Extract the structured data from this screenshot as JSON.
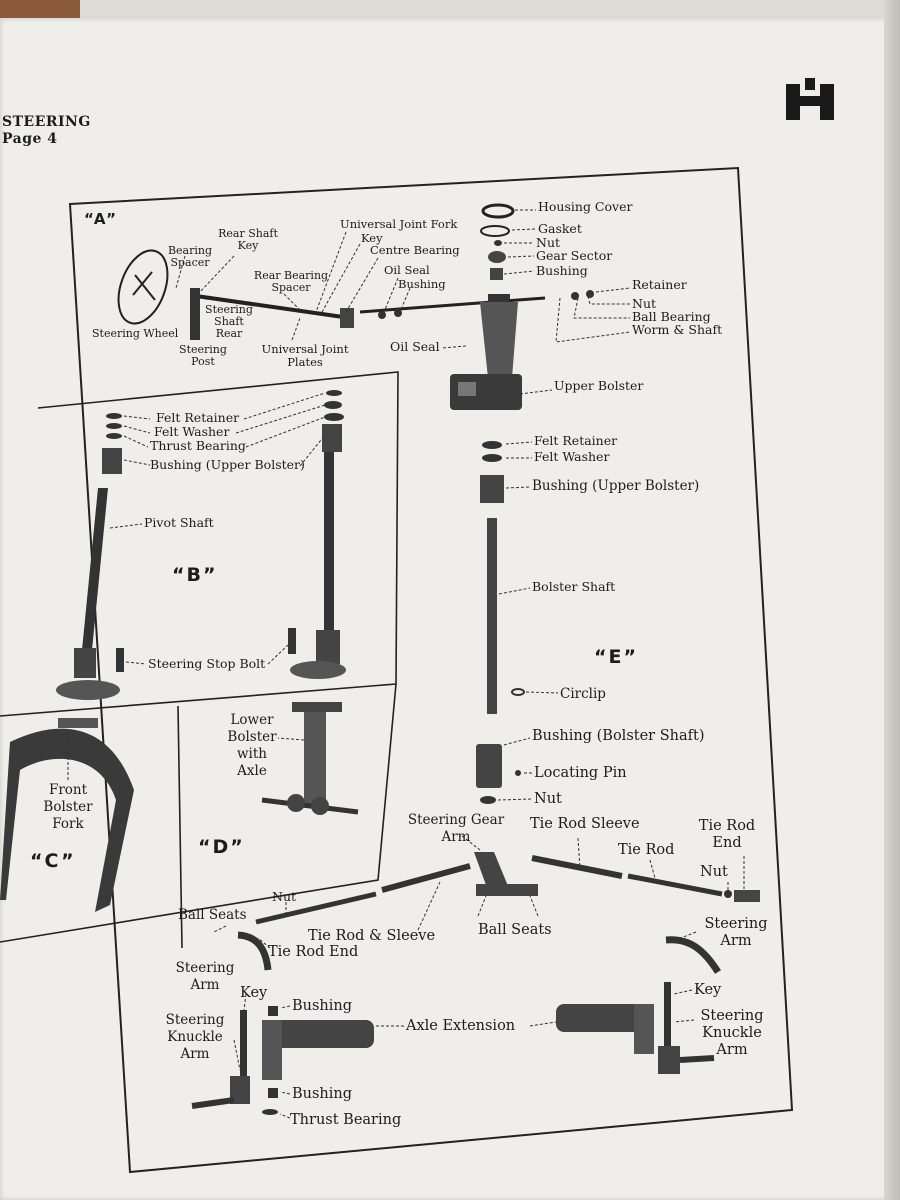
{
  "header": {
    "section": "STEERING",
    "page": "Page 4"
  },
  "sections": {
    "a": "“A”",
    "b": "“B”",
    "c": "“C”",
    "d": "“D”",
    "e": "“E”"
  },
  "labels": {
    "housing_cover": "Housing Cover",
    "gasket": "Gasket",
    "nut_a": "Nut",
    "gear_sector": "Gear Sector",
    "bushing_a": "Bushing",
    "rear_shaft_key": "Rear Shaft Key",
    "universal_joint_fork": "Universal Joint Fork",
    "key_a": "Key",
    "centre_bearing": "Centre Bearing",
    "bearing_spacer": "Bearing Spacer",
    "rear_bearing_spacer": "Rear Bearing Spacer",
    "oil_seal_top": "Oil Seal",
    "bushing_a2": "Bushing",
    "retainer": "Retainer",
    "nut_a2": "Nut",
    "ball_bearing": "Ball Bearing",
    "worm_shaft": "Worm & Shaft",
    "steering_wheel": "Steering Wheel",
    "steering_shaft_rear": "Steering Shaft Rear",
    "steering_post": "Steering Post",
    "universal_joint_plates": "Universal Joint Plates",
    "oil_seal": "Oil Seal",
    "upper_bolster": "Upper Bolster",
    "felt_retainer_b": "Felt Retainer",
    "felt_washer_b": "Felt Washer",
    "thrust_bearing_b": "Thrust Bearing",
    "bushing_upper_bolster_b": "Bushing (Upper Bolster)",
    "pivot_shaft": "Pivot Shaft",
    "steering_stop_bolt": "Steering Stop Bolt",
    "felt_retainer_e": "Felt Retainer",
    "felt_washer_e": "Felt Washer",
    "bushing_upper_bolster_e": "Bushing (Upper Bolster)",
    "bolster_shaft": "Bolster Shaft",
    "circlip": "Circlip",
    "bushing_bolster_shaft": "Bushing (Bolster Shaft)",
    "locating_pin": "Locating Pin",
    "nut_e": "Nut",
    "front_bolster_fork": "Front Bolster Fork",
    "lower_bolster_axle": "Lower Bolster with Axle",
    "steering_gear_arm": "Steering Gear Arm",
    "tie_rod_sleeve": "Tie Rod Sleeve",
    "tie_rod": "Tie Rod",
    "tie_rod_end_r": "Tie Rod End",
    "nut_r": "Nut",
    "nut_l": "Nut",
    "ball_seats_l": "Ball Seats",
    "tie_rod_sleeve_l": "Tie Rod & Sleeve",
    "ball_seats_c": "Ball Seats",
    "tie_rod_end_l": "Tie Rod End",
    "steering_arm_l": "Steering Arm",
    "steering_arm_r": "Steering Arm",
    "key_l": "Key",
    "key_r": "Key",
    "bushing_l1": "Bushing",
    "axle_extension": "Axle Extension",
    "steering_knuckle_arm_l": "Steering Knuckle Arm",
    "steering_knuckle_arm_r": "Steering Knuckle Arm",
    "bushing_l2": "Bushing",
    "thrust_bearing_l": "Thrust Bearing"
  },
  "colors": {
    "paper": "#efeeea",
    "ink": "#1c1c1c",
    "logo": "#1a1a1a"
  },
  "icons": {
    "logo": "ih-logo-icon"
  }
}
